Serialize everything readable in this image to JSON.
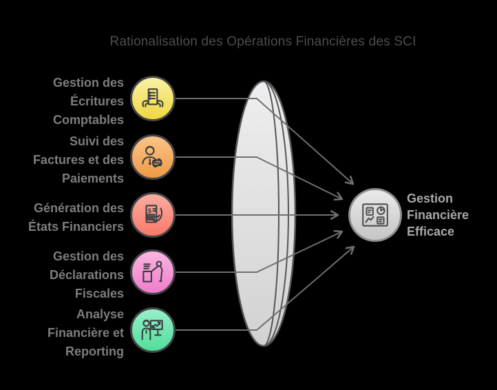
{
  "title": "Rationalisation des Opérations Financières des SCI",
  "inputs": [
    {
      "label_lines": [
        "Gestion des",
        "Écritures",
        "Comptables"
      ],
      "icon": "ledger-hands-icon",
      "gradient_top": "#F9F1A4",
      "gradient_bottom": "#EFD83F"
    },
    {
      "label_lines": [
        "Suivi des",
        "Factures et des",
        "Paiements"
      ],
      "icon": "person-payments-icon",
      "gradient_top": "#FAC489",
      "gradient_bottom": "#F09A45"
    },
    {
      "label_lines": [
        "Génération des",
        "États Financiers"
      ],
      "icon": "calculator-statement-icon",
      "gradient_top": "#FBACA1",
      "gradient_bottom": "#F87A69"
    },
    {
      "label_lines": [
        "Gestion des",
        "Déclarations",
        "Fiscales"
      ],
      "icon": "tax-declaration-icon",
      "gradient_top": "#F9B5E1",
      "gradient_bottom": "#F07CCA"
    },
    {
      "label_lines": [
        "Analyse",
        "Financière et",
        "Reporting"
      ],
      "icon": "analysis-reporting-icon",
      "gradient_top": "#96F1C8",
      "gradient_bottom": "#52DD9B"
    }
  ],
  "output": {
    "label_lines": [
      "Gestion",
      "Financière",
      "Efficace"
    ],
    "icon": "dashboard-icon"
  },
  "colors": {
    "background": "#000000",
    "title_text": "#4D4D4D",
    "input_label_text": "#7D7D7D",
    "output_label_text": "#A8A8A8",
    "circle_border": "#434549",
    "icon_stroke": "#3A3D40",
    "connector": "#6F6F6F",
    "lens_fill_top": "#EEEEEE",
    "lens_fill_bottom": "#D2D2D2",
    "lens_stroke": "#55565A",
    "output_circle_border": "#8E8E8E",
    "output_circle_top": "#EAEAEA",
    "output_circle_bottom": "#C5C5C5",
    "output_icon_stroke": "#4F4F4F"
  }
}
